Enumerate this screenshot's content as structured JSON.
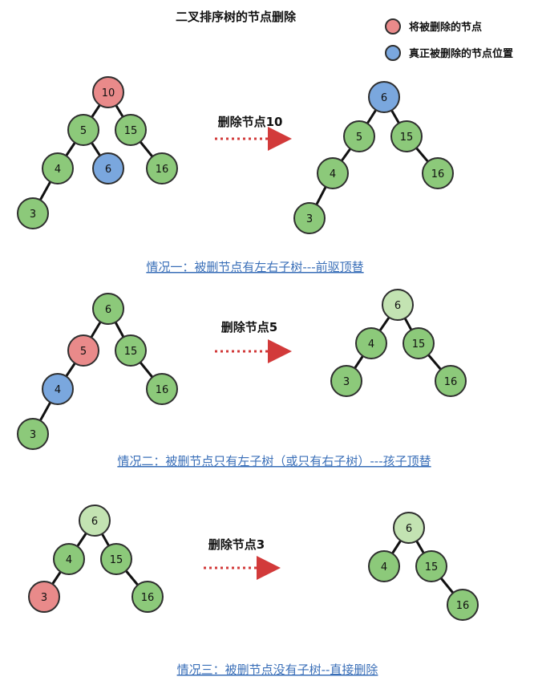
{
  "title": "二叉排序树的节点删除",
  "legend": [
    {
      "label": "将被删除的节点",
      "color": "#e98a8a"
    },
    {
      "label": "真正被删除的节点位置",
      "color": "#7aa7de"
    }
  ],
  "colors": {
    "normal": "#8cc97a",
    "light": "#c3e3b2",
    "delete": "#e98a8a",
    "target": "#7aa7de",
    "arrow": "#d23a3a",
    "caption": "#3a6fb8"
  },
  "cases": [
    {
      "operation": "删除节点10",
      "caption": "情况一：被删节点有左右子树---前驱顶替",
      "before": {
        "nodes": [
          {
            "id": "n10",
            "label": "10",
            "state": "delete"
          },
          {
            "id": "n5",
            "label": "5",
            "state": "normal"
          },
          {
            "id": "n15",
            "label": "15",
            "state": "normal"
          },
          {
            "id": "n4",
            "label": "4",
            "state": "normal"
          },
          {
            "id": "n6",
            "label": "6",
            "state": "target"
          },
          {
            "id": "n16",
            "label": "16",
            "state": "normal"
          },
          {
            "id": "n3",
            "label": "3",
            "state": "normal"
          }
        ],
        "edges": [
          [
            "n10",
            "n5"
          ],
          [
            "n10",
            "n15"
          ],
          [
            "n5",
            "n4"
          ],
          [
            "n5",
            "n6"
          ],
          [
            "n15",
            "n16"
          ],
          [
            "n4",
            "n3"
          ]
        ]
      },
      "after": {
        "nodes": [
          {
            "id": "m6",
            "label": "6",
            "state": "target"
          },
          {
            "id": "m5",
            "label": "5",
            "state": "normal"
          },
          {
            "id": "m15",
            "label": "15",
            "state": "normal"
          },
          {
            "id": "m4",
            "label": "4",
            "state": "normal"
          },
          {
            "id": "m16",
            "label": "16",
            "state": "normal"
          },
          {
            "id": "m3",
            "label": "3",
            "state": "normal"
          }
        ],
        "edges": [
          [
            "m6",
            "m5"
          ],
          [
            "m6",
            "m15"
          ],
          [
            "m5",
            "m4"
          ],
          [
            "m15",
            "m16"
          ],
          [
            "m4",
            "m3"
          ]
        ]
      }
    },
    {
      "operation": "删除节点5",
      "caption": "情况二：被删节点只有左子树（或只有右子树）---孩子顶替",
      "before": {
        "nodes": [
          {
            "id": "n6",
            "label": "6",
            "state": "normal"
          },
          {
            "id": "n5",
            "label": "5",
            "state": "delete"
          },
          {
            "id": "n15",
            "label": "15",
            "state": "normal"
          },
          {
            "id": "n4",
            "label": "4",
            "state": "target"
          },
          {
            "id": "n16",
            "label": "16",
            "state": "normal"
          },
          {
            "id": "n3",
            "label": "3",
            "state": "normal"
          }
        ],
        "edges": [
          [
            "n6",
            "n5"
          ],
          [
            "n6",
            "n15"
          ],
          [
            "n5",
            "n4"
          ],
          [
            "n15",
            "n16"
          ],
          [
            "n4",
            "n3"
          ]
        ]
      },
      "after": {
        "nodes": [
          {
            "id": "m6",
            "label": "6",
            "state": "light"
          },
          {
            "id": "m4",
            "label": "4",
            "state": "normal"
          },
          {
            "id": "m15",
            "label": "15",
            "state": "normal"
          },
          {
            "id": "m3",
            "label": "3",
            "state": "normal"
          },
          {
            "id": "m16",
            "label": "16",
            "state": "normal"
          }
        ],
        "edges": [
          [
            "m6",
            "m4"
          ],
          [
            "m6",
            "m15"
          ],
          [
            "m4",
            "m3"
          ],
          [
            "m15",
            "m16"
          ]
        ]
      }
    },
    {
      "operation": "删除节点3",
      "caption": "情况三：被删节点没有子树--直接删除",
      "before": {
        "nodes": [
          {
            "id": "n6",
            "label": "6",
            "state": "light"
          },
          {
            "id": "n4",
            "label": "4",
            "state": "normal"
          },
          {
            "id": "n15",
            "label": "15",
            "state": "normal"
          },
          {
            "id": "n3",
            "label": "3",
            "state": "delete"
          },
          {
            "id": "n16",
            "label": "16",
            "state": "normal"
          }
        ],
        "edges": [
          [
            "n6",
            "n4"
          ],
          [
            "n6",
            "n15"
          ],
          [
            "n4",
            "n3"
          ],
          [
            "n15",
            "n16"
          ]
        ]
      },
      "after": {
        "nodes": [
          {
            "id": "m6",
            "label": "6",
            "state": "light"
          },
          {
            "id": "m4",
            "label": "4",
            "state": "normal"
          },
          {
            "id": "m15",
            "label": "15",
            "state": "normal"
          },
          {
            "id": "m16",
            "label": "16",
            "state": "normal"
          }
        ],
        "edges": [
          [
            "m6",
            "m4"
          ],
          [
            "m6",
            "m15"
          ],
          [
            "m15",
            "m16"
          ]
        ]
      }
    }
  ]
}
